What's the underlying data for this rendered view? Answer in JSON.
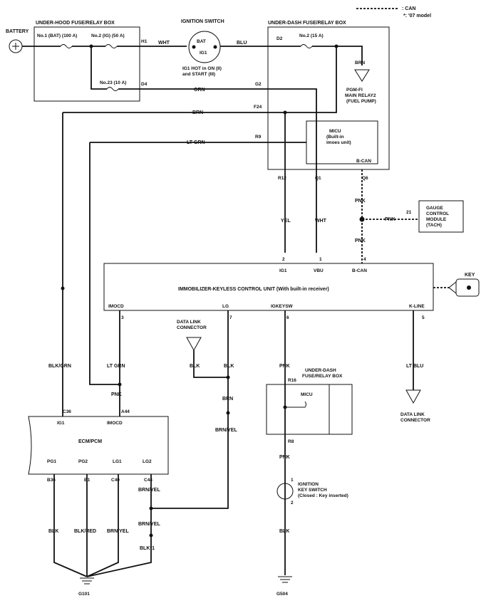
{
  "legend": {
    "can_label": ": CAN",
    "model_note": "*: '07 model"
  },
  "battery": {
    "label": "BATTERY",
    "symbol": "+"
  },
  "hood_box": {
    "title": "UNDER-HOOD FUSE/RELAY BOX",
    "fuse1": "No.1 (BAT) (100 A)",
    "fuse2": "No.2 (IG) (50 A)",
    "fuse23": "No.23 (10 A)",
    "pin_h1": "H1",
    "pin_d4": "D4"
  },
  "ignition_switch": {
    "title": "IGNITION SWITCH",
    "bat": "BAT",
    "ig1": "IG1",
    "note1": "IG1 HOT in ON (II)",
    "note2": "and START (III)"
  },
  "dash_box": {
    "title": "UNDER-DASH FUSE/RELAY BOX",
    "fuse2": "No.2 (15 A)",
    "pins": {
      "d2": "D2",
      "g2": "G2",
      "f24": "F24",
      "r9": "R9",
      "r12": "R12",
      "q1": "Q1",
      "q6": "Q6"
    },
    "micu": "MICU",
    "micu_sub1": "(Built-in",
    "micu_sub2": "imoes unit)",
    "bcan": "B-CAN"
  },
  "pgm": {
    "l1": "PGM-FI",
    "l2": "MAIN RELAY2",
    "l3": "(FUEL PUMP)"
  },
  "wires": {
    "wht": "WHT",
    "blu": "BLU",
    "brn": "BRN",
    "orn": "ORN",
    "ltgrn": "LT GRN",
    "yel": "YEL",
    "pnk": "PNK",
    "blkgrn": "BLK/GRN",
    "blk": "BLK",
    "brnyel": "BRN/YEL",
    "blkred": "BLK/RED",
    "ltblu": "LT BLU",
    "blk1": "BLK*1"
  },
  "gauge": {
    "l1": "GAUGE",
    "l2": "CONTROL",
    "l3": "MODULE",
    "l4": "(TACH)",
    "pin": "21"
  },
  "immob": {
    "title": "IMMOBILIZER-KEYLESS CONTROL UNIT (With built-in receiver)",
    "ig1": "IG1",
    "vbu": "VBU",
    "bcan": "B-CAN",
    "imocd": "IMOCD",
    "lg": "LG",
    "igkeysw": "IGKEYSW",
    "kline": "K-LINE",
    "p1": "1",
    "p2": "2",
    "p3": "3",
    "p4": "4",
    "p5": "5",
    "p6": "6",
    "p7": "7"
  },
  "key": {
    "label": "KEY"
  },
  "dlc": {
    "l1": "DATA LINK",
    "l2": "CONNECTOR"
  },
  "dash_box2": {
    "l1": "UNDER-DASH",
    "l2": "FUSE/RELAY BOX",
    "micu": "MICU",
    "r16": "R16",
    "r8": "R8"
  },
  "ecm": {
    "title": "ECM/PCM",
    "c36": "C36",
    "a44": "A44",
    "ig1": "IG1",
    "imocd": "IMOCD",
    "pg1": "PG1",
    "pg2": "PG2",
    "lg1": "LG1",
    "lg2": "LG2",
    "b36": "B36",
    "b1": "B1",
    "c40": "C40",
    "c44": "C44"
  },
  "ign_key_switch": {
    "l1": "IGNITION",
    "l2": "KEY SWITCH",
    "l3": "(Closed : Key inserted)",
    "p1": "1",
    "p2": "2"
  },
  "grounds": {
    "g101": "G101",
    "g504": "G504"
  }
}
